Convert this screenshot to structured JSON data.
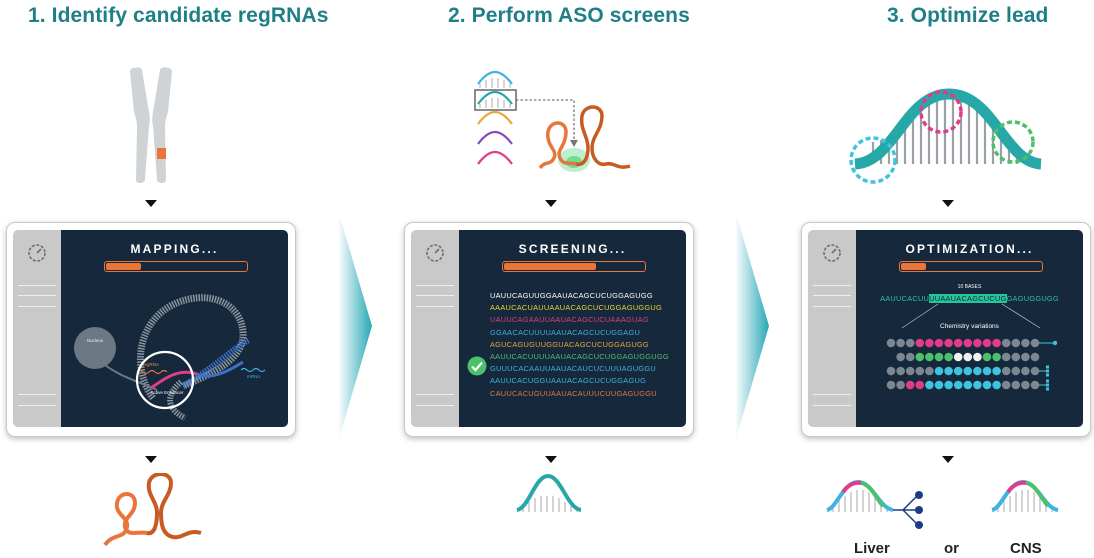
{
  "steps": [
    {
      "title": "1. Identify candidate regRNAs",
      "screen_title": "MAPPING...",
      "progress": 0.25
    },
    {
      "title": "2. Perform ASO screens",
      "screen_title": "SCREENING...",
      "progress": 0.66
    },
    {
      "title": "3. Optimize lead",
      "screen_title": "OPTIMIZATION...",
      "progress": 0.18
    }
  ],
  "mapping_labels": {
    "nucleus": "Nucleus",
    "regrna": "regRNA",
    "mrna": "mRNA",
    "enhancer": "Active Enhancer"
  },
  "screening_sequences": [
    {
      "text": "UAUUCAGUUGGAAUACAGCUCUGGAGUGG",
      "color": "#ffffff"
    },
    {
      "text": "AAAUCACUAUUAAUACAGCUCUGGAGUGGUG",
      "color": "#e8d23a"
    },
    {
      "text": "UAUUCAGAAUUAAUACAGCUCUAAAGUAG",
      "color": "#e03c8a"
    },
    {
      "text": "GGAACACUUUUAAUACAGCUCUGGAGU",
      "color": "#3fb3e0"
    },
    {
      "text": "AGUCAGUGUUGGUACAGCUCUGGAGUGG",
      "color": "#f0a23a"
    },
    {
      "text": "AAUUCACUUUUAAUACAGCUCUGGAGUGGUGG",
      "color": "#4cc06a"
    },
    {
      "text": "GUUUCACAAUUAAUACAUCUCUUUAGUGGU",
      "color": "#3fb3e0"
    },
    {
      "text": "AAUUCACUGGUAAUACAGCUCUGGAGUG",
      "color": "#3fb3e0"
    },
    {
      "text": "CAUUCACUGUUAAUACAUUUCUUGAGUGGU",
      "color": "#e9753a"
    }
  ],
  "optimization": {
    "bases_label": "10 BASES",
    "seq_prefix": "AAUUCACUU",
    "seq_highlight": "UUAAUACAGCUCUG",
    "seq_suffix": "GAGUGGUGG",
    "chem_label": "Chemistry variations"
  },
  "bottom_labels": {
    "liver": "Liver",
    "or": "or",
    "cns": "CNS"
  },
  "colors": {
    "title": "#1f7f87",
    "screen": "#16283b",
    "accent": "#e9753a",
    "teal": "#27a8a8"
  }
}
